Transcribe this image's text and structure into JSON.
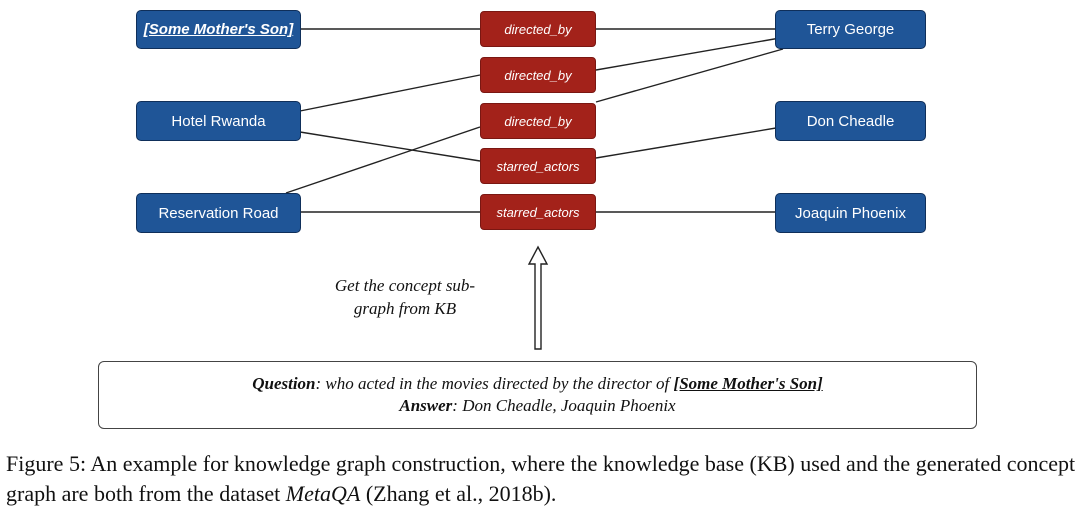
{
  "diagram": {
    "entities": {
      "query_entity": "[Some Mother's Son]",
      "terry_george": "Terry George",
      "hotel_rwanda": "Hotel Rwanda",
      "don_cheadle": "Don Cheadle",
      "reservation_road": "Reservation Road",
      "joaquin_phoenix": "Joaquin Phoenix"
    },
    "relations": {
      "r1": "directed_by",
      "r2": "directed_by",
      "r3": "directed_by",
      "r4": "starred_actors",
      "r5": "starred_actors"
    },
    "step_label_line1": "Get the concept sub-",
    "step_label_line2": "graph from KB",
    "colors": {
      "entity_fill": "#1f5597",
      "relation_fill": "#a3221a",
      "edge": "#222222"
    }
  },
  "qa": {
    "question_label": "Question",
    "question_text": ": who acted in the movies directed by the director of ",
    "question_entity": "[Some Mother's Son]",
    "answer_label": "Answer",
    "answer_text": ": Don Cheadle, Joaquin Phoenix"
  },
  "caption": {
    "prefix": "Figure 5: An example for knowledge graph construction, where the knowledge base (KB) used and the generated concept graph are both from the dataset ",
    "dataset": "MetaQA",
    "suffix": " (Zhang et al., 2018b)."
  }
}
